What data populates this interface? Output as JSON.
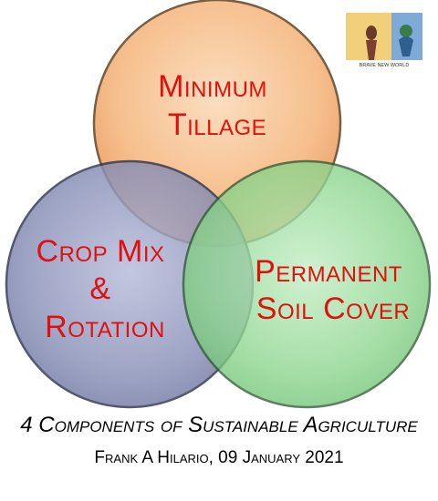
{
  "circles": [
    {
      "id": "top",
      "lines": [
        "Minimum",
        "Tillage"
      ],
      "color": "#f6b983"
    },
    {
      "id": "left",
      "lines": [
        "Crop Mix",
        "&",
        "Rotation"
      ],
      "color": "#8990b7"
    },
    {
      "id": "right",
      "lines": [
        "Permanent",
        "Soil Cover"
      ],
      "color": "#8bd58d"
    }
  ],
  "label_color": "#e01010",
  "caption": {
    "title": "4 Components of Sustainable Agriculture",
    "author": "Frank A Hilario, 09 January 2021"
  },
  "logo": {
    "text": "BRAVE NEW WORLD"
  }
}
